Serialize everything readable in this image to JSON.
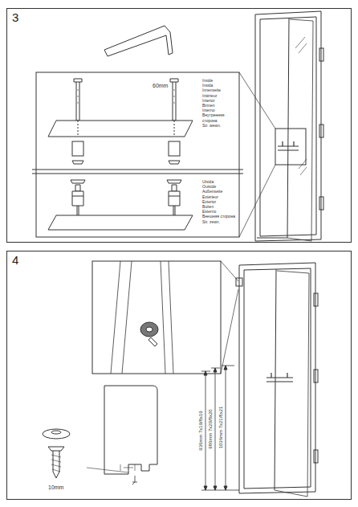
{
  "diagram": {
    "nodes": [
      {
        "text": [
          "3"
        ]
      },
      {
        "text": [
          "4"
        ]
      }
    ],
    "labels": [
      "60mm",
      "Inside",
      "Insida",
      "Innenseite",
      "Intérieur",
      "Interior",
      "Binnen",
      "Interno",
      "Внутренняя",
      "сторона",
      "Str. wewn.",
      "Utsida",
      "Outside",
      "Außenseite",
      "Extérieur",
      "Exterior",
      "Buiten",
      "Esterno",
      "Внешняя сторона",
      "Str. zewn.",
      "10mm",
      "936mm 7x19/8x19",
      "986mm 7x20/8x20",
      "1036mm 7x21/8x21"
    ]
  }
}
